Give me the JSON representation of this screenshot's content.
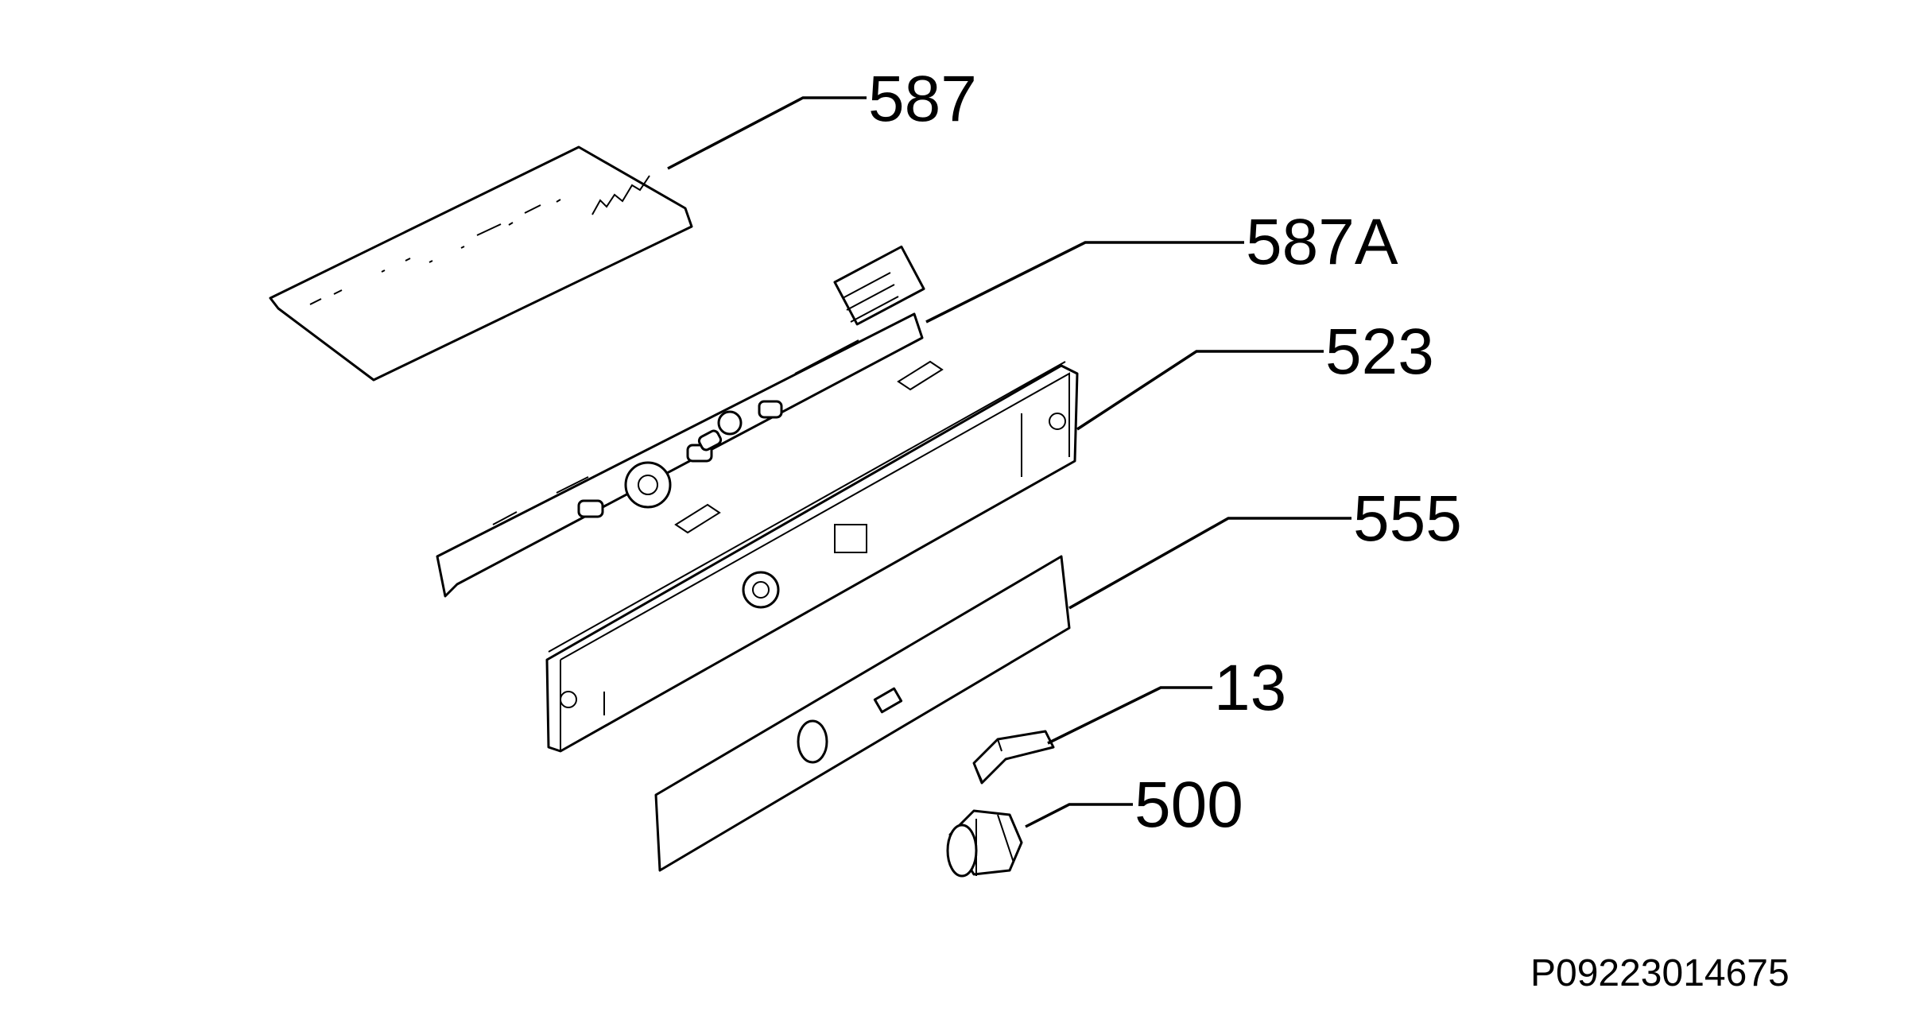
{
  "callouts": {
    "c587": "587",
    "c587a": "587A",
    "c523": "523",
    "c555": "555",
    "c13": "13",
    "c500": "500"
  },
  "document_id": "P09223014675"
}
